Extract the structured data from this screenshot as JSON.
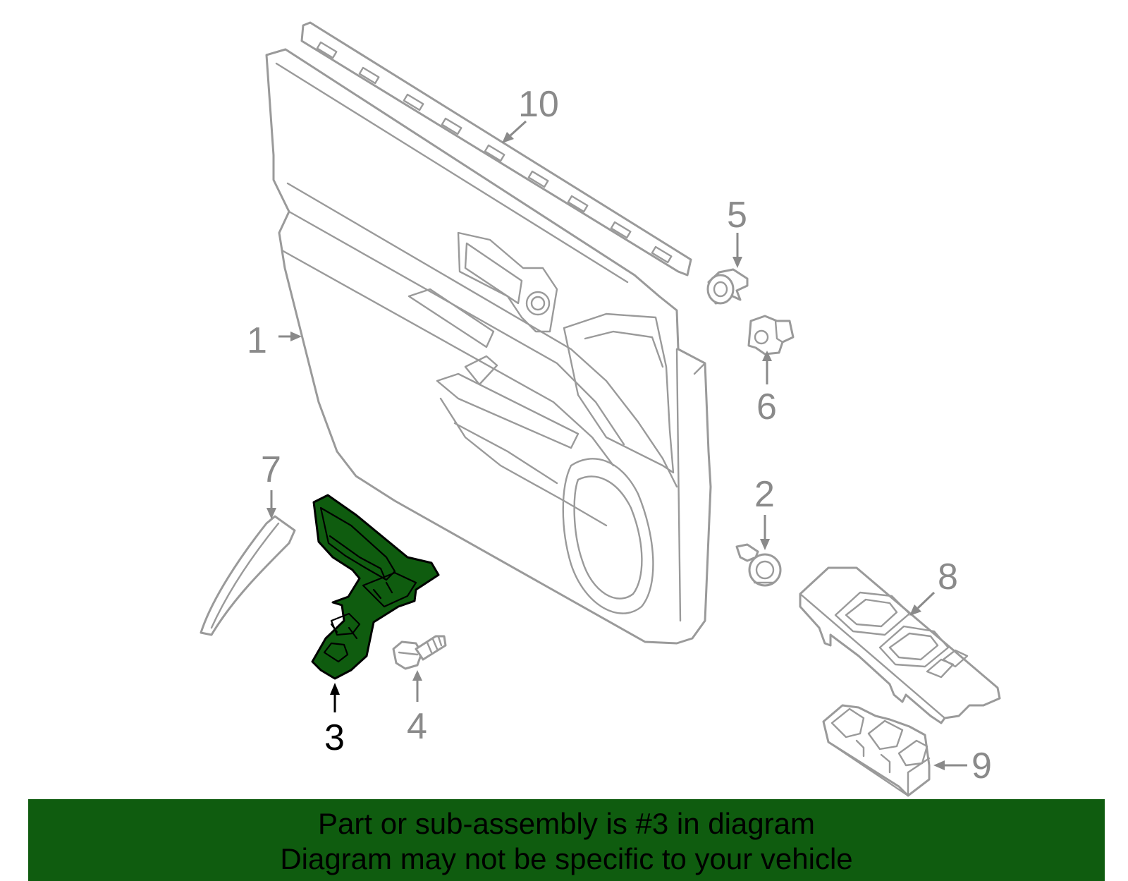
{
  "callouts": {
    "c1": "1",
    "c2": "2",
    "c3": "3",
    "c4": "4",
    "c5": "5",
    "c6": "6",
    "c7": "7",
    "c8": "8",
    "c9": "9",
    "c10": "10"
  },
  "highlighted_part": "3",
  "colors": {
    "highlight": "#0f5c0f",
    "line": "#9a9a9a",
    "callout": "#8a8a8a"
  },
  "banner": {
    "line1": "Part or sub-assembly is #3 in diagram",
    "line2": "Diagram may not be specific to your vehicle"
  }
}
